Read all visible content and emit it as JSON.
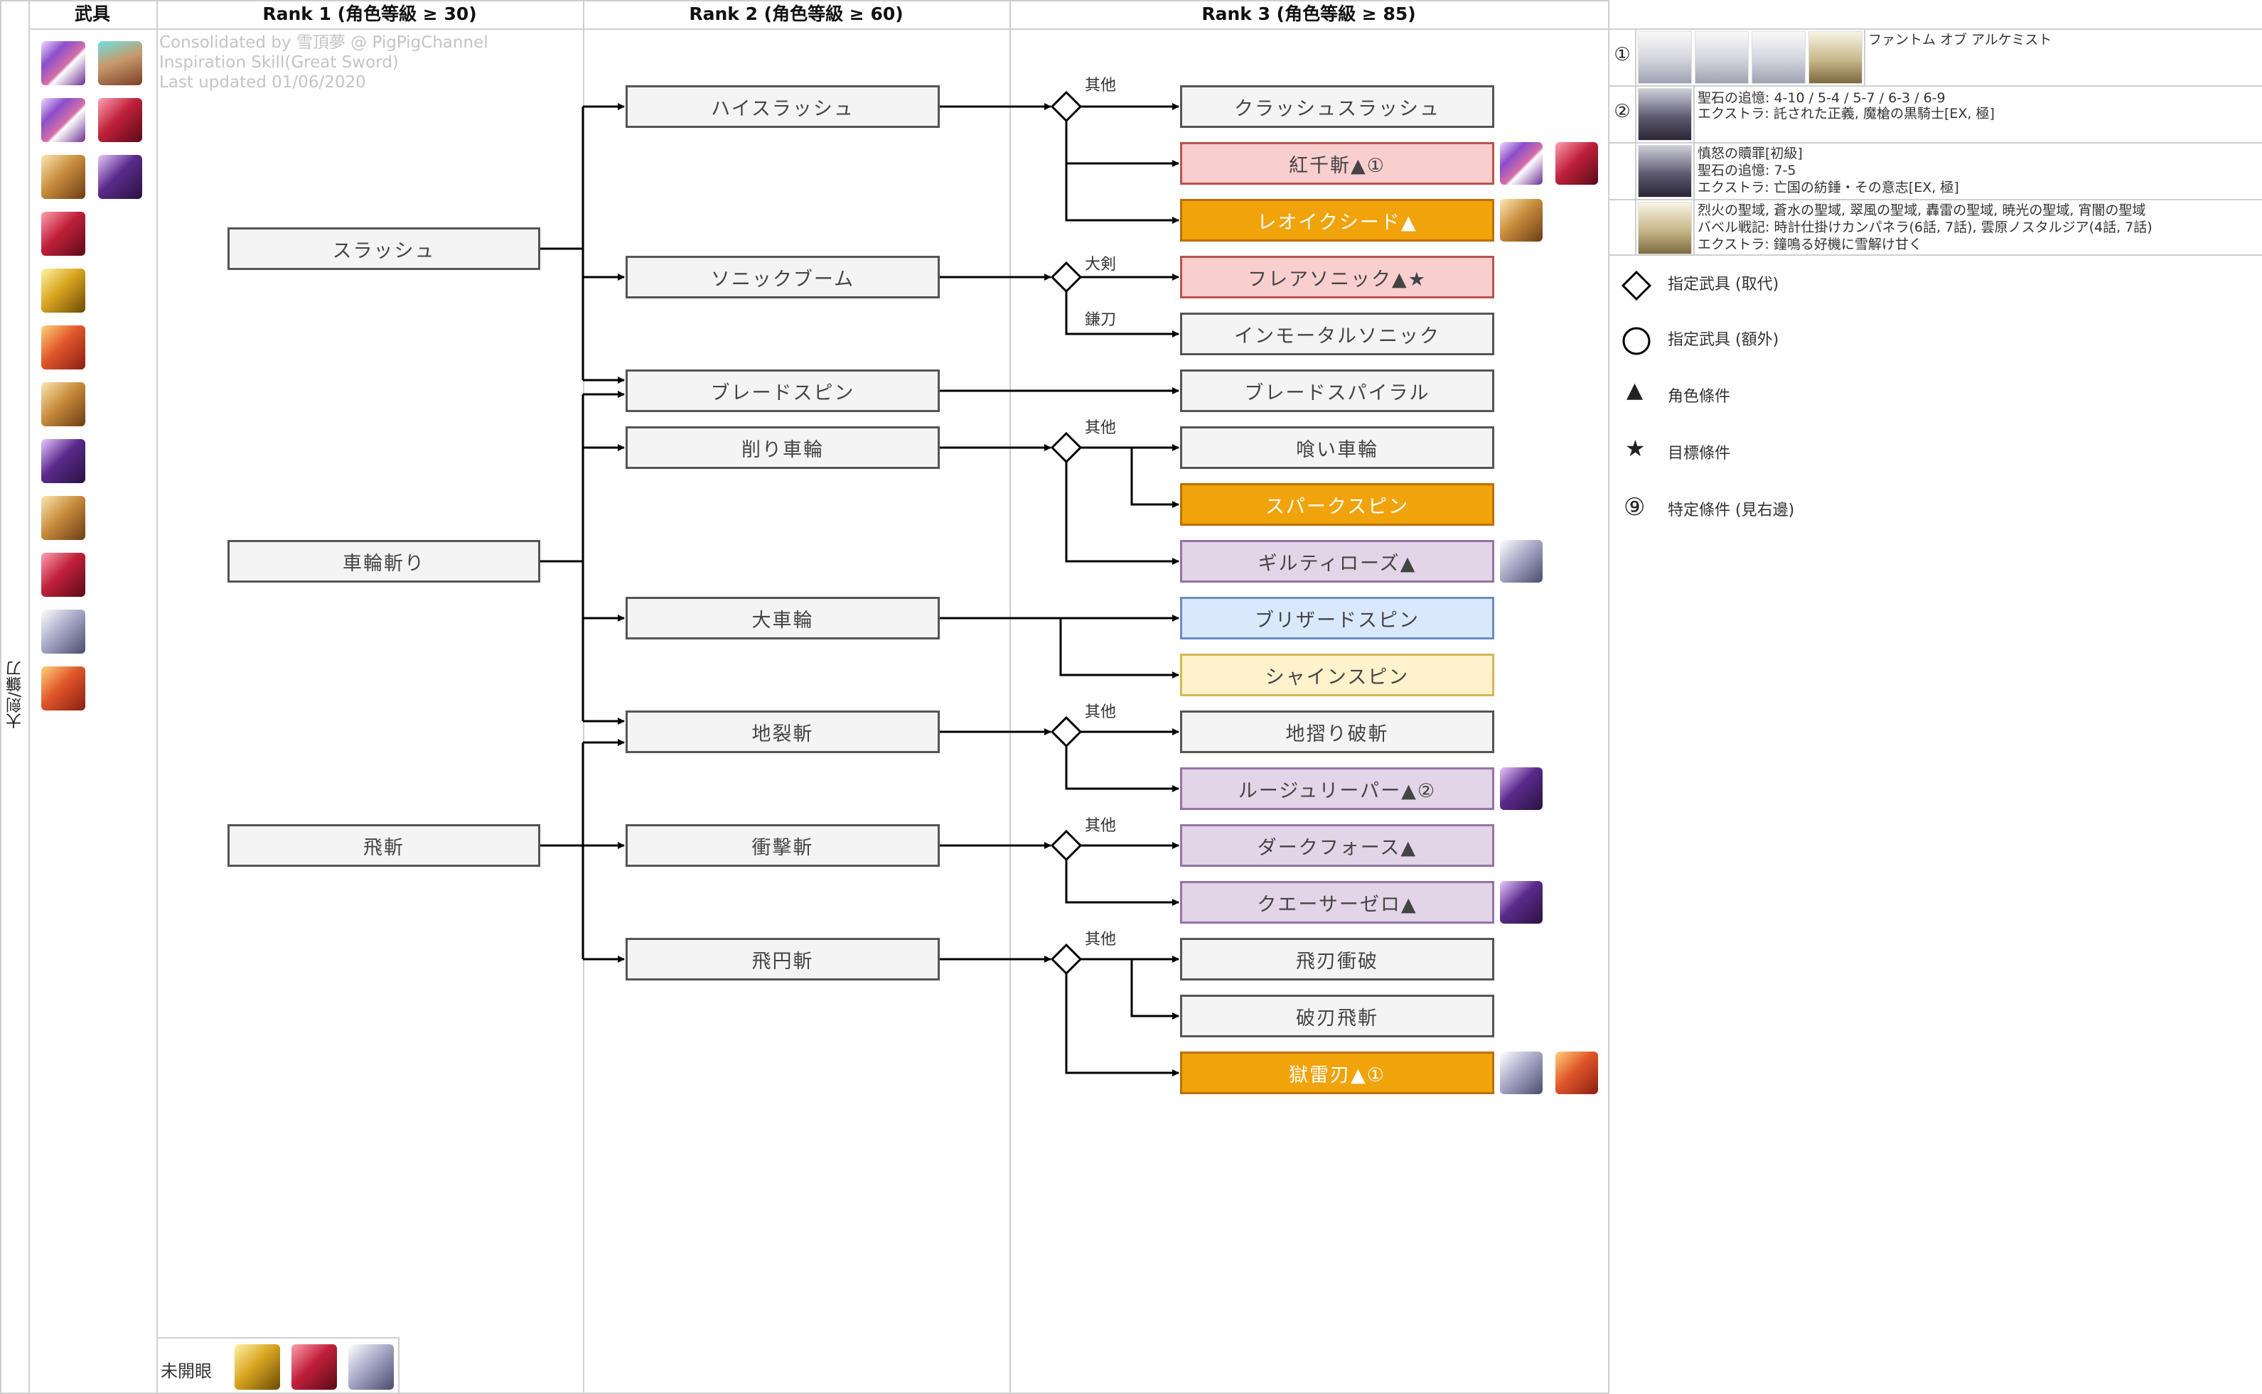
{
  "headers": {
    "weapon": "武具",
    "rank1": "Rank 1 (角色等級 ≥ 30)",
    "rank2": "Rank 2 (角色等級 ≥ 60)",
    "rank3": "Rank 3 (角色等級 ≥ 85)"
  },
  "credit": {
    "line1": "Consolidated by 雪頂夢 @ PigPigChannel",
    "line2": "Inspiration Skill(Great Sword)",
    "line3": "Last updated 01/06/2020"
  },
  "side_label": "大劍/鐮刀",
  "unawakened_label": "未開眼",
  "rank1": [
    "スラッシュ",
    "車輪斬り",
    "飛斬"
  ],
  "rank2": [
    "ハイスラッシュ",
    "ソニックブーム",
    "ブレードスピン",
    "削り車輪",
    "大車輪",
    "地裂斬",
    "衝擊斬",
    "飛円斬"
  ],
  "rank3": [
    {
      "label": "クラッシュスラッシュ",
      "style": "gray"
    },
    {
      "label": "紅千斬▲①",
      "style": "red"
    },
    {
      "label": "レオイクシード▲",
      "style": "orange"
    },
    {
      "label": "フレアソニック▲★",
      "style": "red"
    },
    {
      "label": "インモータルソニック",
      "style": "gray"
    },
    {
      "label": "ブレードスパイラル",
      "style": "gray"
    },
    {
      "label": "喰い車輪",
      "style": "gray"
    },
    {
      "label": "スパークスピン",
      "style": "orange"
    },
    {
      "label": "ギルティローズ▲",
      "style": "purple"
    },
    {
      "label": "ブリザードスピン",
      "style": "blue"
    },
    {
      "label": "シャインスピン",
      "style": "yellow"
    },
    {
      "label": "地摺り破斬",
      "style": "gray"
    },
    {
      "label": "ルージュリーパー▲②",
      "style": "purple"
    },
    {
      "label": "ダークフォース▲",
      "style": "purple"
    },
    {
      "label": "クエーサーゼロ▲",
      "style": "purple"
    },
    {
      "label": "飛刃衝破",
      "style": "gray"
    },
    {
      "label": "破刃飛斬",
      "style": "gray"
    },
    {
      "label": "獄雷刃▲①",
      "style": "orange"
    }
  ],
  "branch_labels": {
    "b1": "其他",
    "b2": "大剣",
    "b3": "鎌刀",
    "b4": "其他",
    "b5": "其他",
    "b6": "其他",
    "b7": "其他"
  },
  "legend": {
    "diamond": "指定武具 (取代)",
    "circle": "指定武具 (額外)",
    "triangle": "角色條件",
    "star": "目標條件",
    "number": "特定條件 (見右邊)",
    "number_symbol": "⑨",
    "triangle_symbol": "▲",
    "star_symbol": "★"
  },
  "conditions": [
    {
      "num": "①",
      "lines": [
        "ファントム オブ アルケミスト"
      ]
    },
    {
      "num": "②",
      "lines": [
        "聖石の追憶: 4-10 / 5-4 / 5-7 / 6-3 / 6-9",
        "エクストラ: 託された正義, 魔槍の黒騎士[EX, 極]"
      ]
    },
    {
      "num": "",
      "lines": [
        "慎怒の贖罪[初級]",
        "聖石の追憶: 7-5",
        "エクストラ: 亡国の紡錘・その意志[EX, 極]"
      ]
    },
    {
      "num": "",
      "lines": [
        "烈火の聖域, 蒼水の聖域, 翠風の聖域, 轟雷の聖域, 暁光の聖域, 宵闇の聖域",
        "バベル戦記: 時計仕掛けカンパネラ(6話, 7話), 雲原ノスタルジア(4話, 7話)",
        "エクストラ: 鐘鳴る好機に雪解け甘く"
      ]
    }
  ],
  "colors": {
    "red_fill": "#f8cece",
    "orange_fill": "#f0a30a",
    "purple_fill": "#e1d5e7",
    "blue_fill": "#dae8fc",
    "yellow_fill": "#fff2cc",
    "gray_fill": "#f4f4f4"
  }
}
